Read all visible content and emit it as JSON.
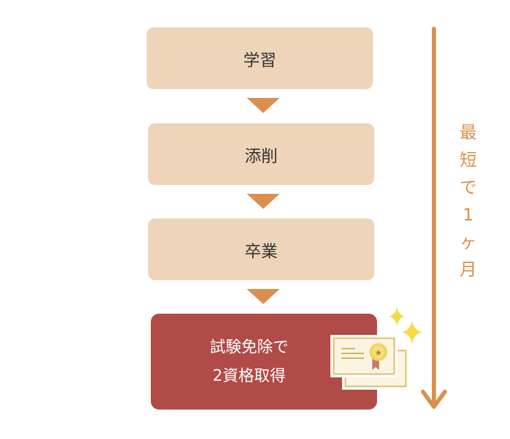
{
  "steps": [
    "学習",
    "添削",
    "卒業"
  ],
  "final": {
    "line1": "試験免除で",
    "line2": "2資格取得"
  },
  "duration_label": [
    "最",
    "短",
    "で",
    "1",
    "ヶ",
    "月"
  ],
  "icons": {
    "certificate": "certificate-icon",
    "sparkle": "sparkle-icon"
  },
  "colors": {
    "step": "#eed4b8",
    "final": "#b04b48",
    "accent": "#dc8f4d"
  }
}
